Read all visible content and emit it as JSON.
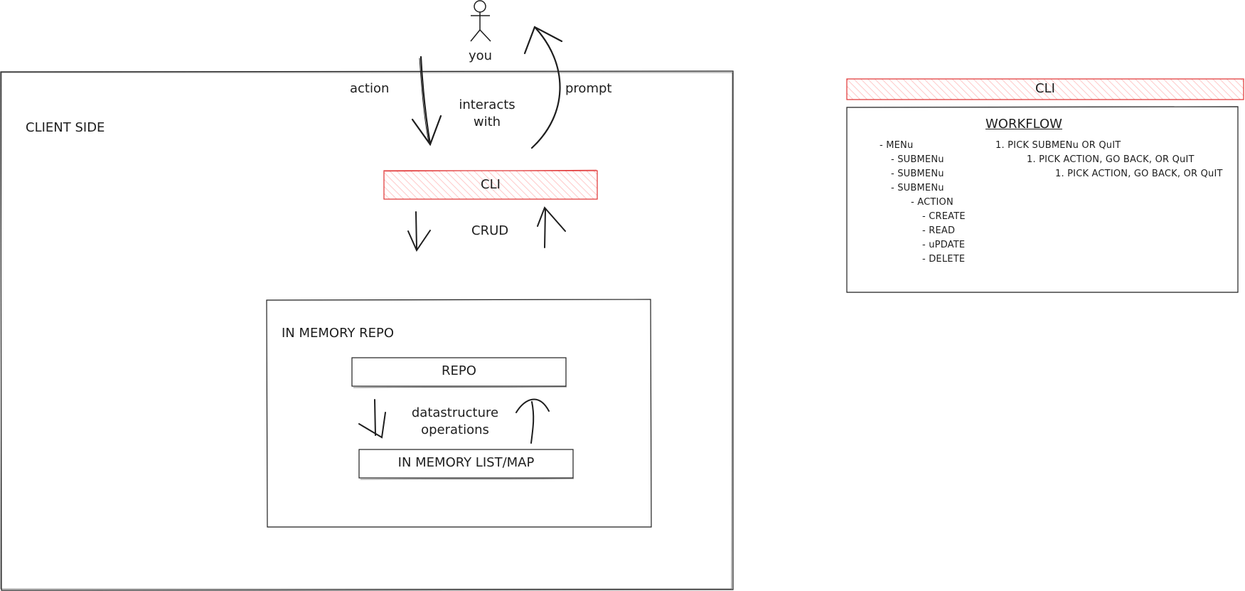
{
  "diagram": {
    "actor": {
      "label": "you"
    },
    "client": {
      "label": "CLIENT SIDE",
      "action_label": "action",
      "interacts_label": "interacts\nwith",
      "prompt_label": "prompt",
      "cli_label": "CLI",
      "crud_label": "CRUD"
    },
    "repo_group": {
      "label": "IN MEMORY REPO",
      "repo_label": "REPO",
      "ops_label": "datastructure\noperations",
      "store_label": "IN MEMORY LIST/MAP"
    },
    "workflow_panel": {
      "cli_label": "CLI",
      "title": "WORKFLOW",
      "menu_tree": [
        "- MENu",
        "- SUBMENu",
        "- SUBMENu",
        "- SUBMENu",
        "- ACTION",
        "- CREATE",
        "- READ",
        "- uPDATE",
        "- DELETE"
      ],
      "steps": [
        "1. PICK SUBMENu OR QuIT",
        "1. PICK ACTION, GO BACK, OR QuIT",
        "1. PICK ACTION, GO BACK, OR QuIT"
      ]
    },
    "colors": {
      "stroke": "#1e1e1e",
      "cli_stroke": "#e03131",
      "cli_hatch": "#ffc9c9"
    }
  }
}
